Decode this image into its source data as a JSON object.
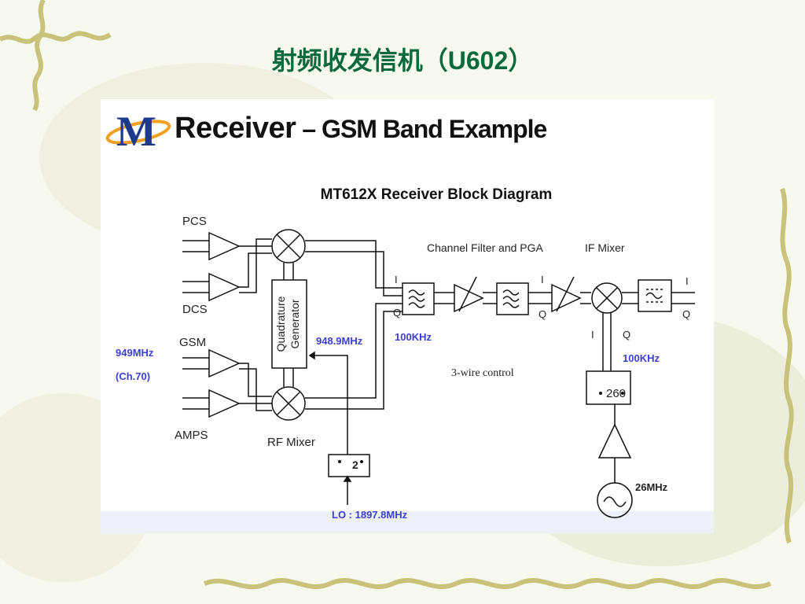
{
  "slide": {
    "title_prefix": "射频收发信机（",
    "title_code": "U602",
    "title_suffix": "）"
  },
  "logo": {
    "letter": "M"
  },
  "heading": {
    "main": "Receiver",
    "dash": " – ",
    "sub": "GSM Band Example"
  },
  "diagram": {
    "title": "MT612X Receiver Block Diagram",
    "inputs": {
      "pcs": "PCS",
      "dcs": "DCS",
      "gsm": "GSM",
      "amps": "AMPS"
    },
    "quadrature_line1": "Quadrature",
    "quadrature_line2": "Generator",
    "rf_mixer": "RF Mixer",
    "channel_filter": "Channel Filter and PGA",
    "if_mixer": "IF Mixer",
    "three_wire": "3-wire control",
    "divider_2": "2",
    "divider_260": "260",
    "freq_949": "949MHz",
    "ch70": "(Ch.70)",
    "freq_948": "948.9MHz",
    "freq_100k_a": "100KHz",
    "freq_100k_b": "100KHz",
    "freq_26": "26MHz",
    "lo": "LO : 1897.8MHz",
    "labels": {
      "i": "I",
      "q": "Q"
    }
  },
  "colors": {
    "title_green": "#0a6a3e",
    "freq_blue": "#3b3fd0",
    "logo_blue": "#1e3a8a",
    "logo_orange": "#f0a020"
  }
}
